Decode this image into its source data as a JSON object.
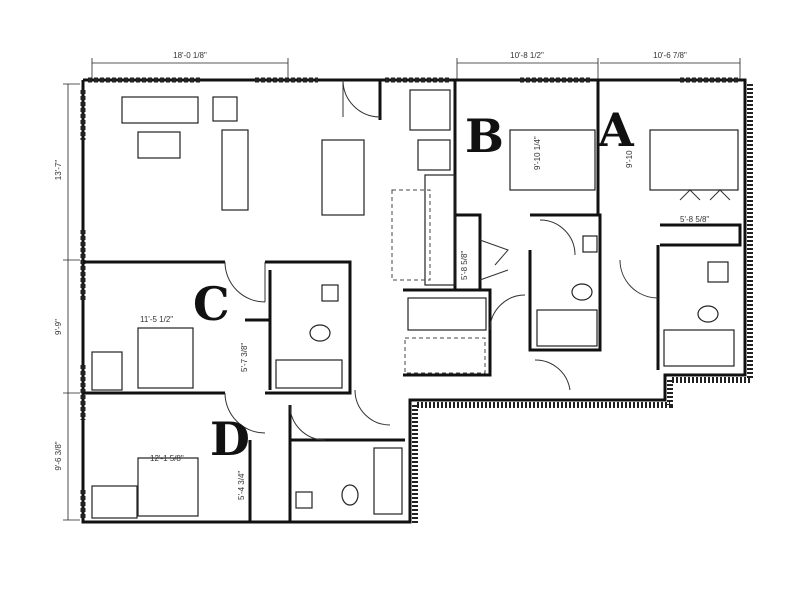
{
  "dimensions": {
    "top_left_width": "18'-0 1/8\"",
    "top_b_width": "10'-8 1/2\"",
    "top_a_width": "10'-6 7/8\"",
    "left_living": "13'-7\"",
    "left_c": "9'-9\"",
    "left_d": "9'-6 3/8\"",
    "b_bedroom": "9'-10 1/4\"",
    "a_bedroom": "9'-10",
    "a_closet": "5'-8 5/8\"",
    "b_closet": "5'-8 5/8\"",
    "c_bedroom": "11'-5 1/2\"",
    "c_closet": "5'-7 3/8\"",
    "d_bedroom": "12'-1 5/8\"",
    "d_closet": "5'-4 3/4\""
  },
  "units": {
    "a": "A",
    "b": "B",
    "c": "C",
    "d": "D"
  }
}
